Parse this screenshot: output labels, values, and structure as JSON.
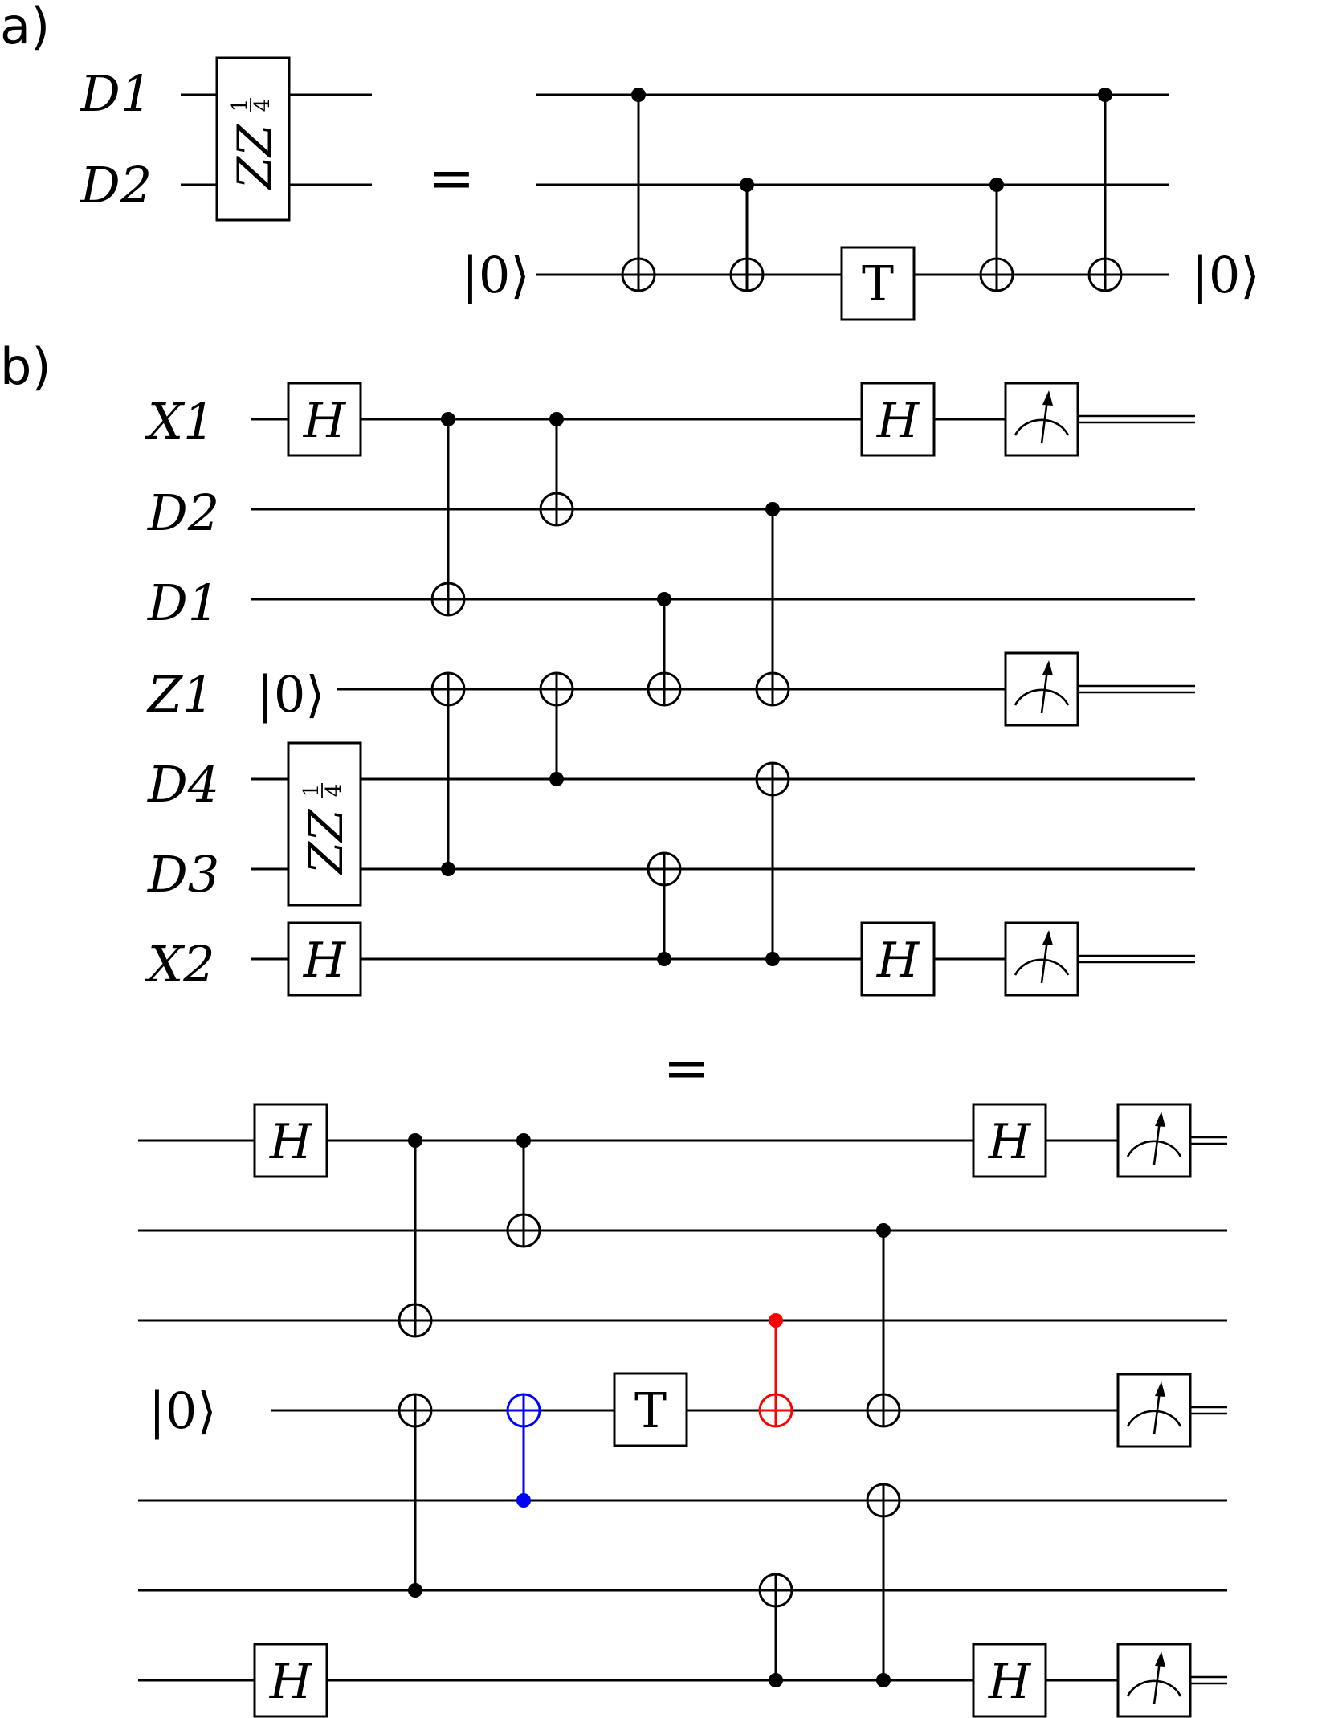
{
  "panel_a": {
    "label": "a)",
    "wire_labels": [
      "D1",
      "D2"
    ],
    "zz_gate": {
      "base": "ZZ",
      "exp_num": "1",
      "exp_den": "4"
    },
    "equals": "=",
    "ancilla_in": "|0⟩",
    "ancilla_out": "|0⟩",
    "t_gate": "T"
  },
  "panel_b": {
    "label": "b)",
    "wire_labels": [
      "X1",
      "D2",
      "D1",
      "Z1",
      "D4",
      "D3",
      "X2"
    ],
    "ancilla_in": "|0⟩",
    "h_gate": "H",
    "zz_gate": {
      "base": "ZZ",
      "exp_num": "1",
      "exp_den": "4"
    },
    "equals": "=",
    "expanded": {
      "ancilla_in": "|0⟩",
      "h_gate": "H",
      "t_gate": "T"
    }
  },
  "colors": {
    "default": "#000000",
    "blue_cnot": "#0000ff",
    "red_cnot": "#ff0000"
  }
}
